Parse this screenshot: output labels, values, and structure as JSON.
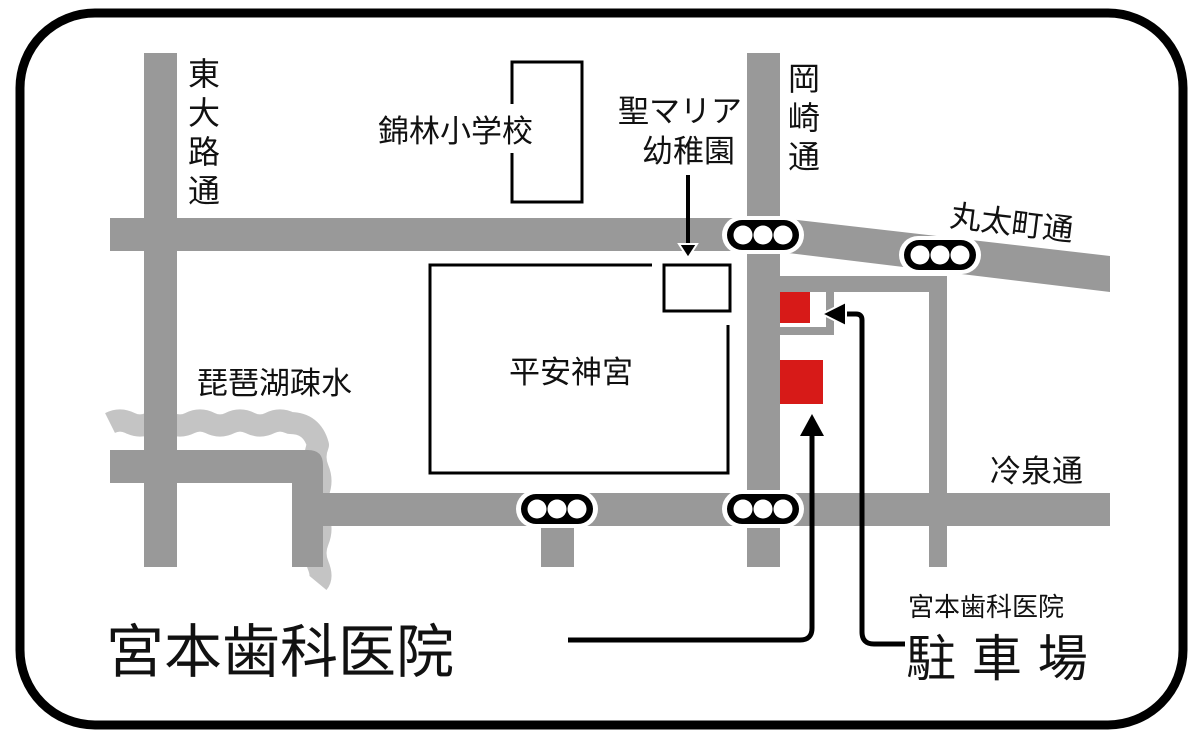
{
  "map": {
    "title": "宮本歯科医院 アクセスマップ",
    "colors": {
      "road": "#999999",
      "canal": "#c4c4c4",
      "clinic": "#d71a18",
      "outline": "#000000",
      "background": "#ffffff"
    },
    "streets": {
      "higashioji": "東大路通",
      "okazaki": "岡崎通",
      "marutamachi": "丸太町通",
      "reisen": "冷泉通"
    },
    "waterways": {
      "biwako_sosui": "琵琶湖疎水"
    },
    "landmarks": {
      "kinrin_school": "錦林小学校",
      "st_maria_kindergarten_line1": "聖マリア",
      "st_maria_kindergarten_line2": "幼稚園",
      "heian_jingu": "平安神宮"
    },
    "clinic": {
      "name": "宮本歯科医院",
      "parking_caption": "宮本歯科医院",
      "parking_label": "駐 車 場"
    },
    "traffic_signals": [
      {
        "id": "okazaki-marutamachi",
        "icon": "traffic-light-icon"
      },
      {
        "id": "marutamachi-east",
        "icon": "traffic-light-icon"
      },
      {
        "id": "reisen-west",
        "icon": "traffic-light-icon"
      },
      {
        "id": "okazaki-reisen",
        "icon": "traffic-light-icon"
      }
    ]
  }
}
